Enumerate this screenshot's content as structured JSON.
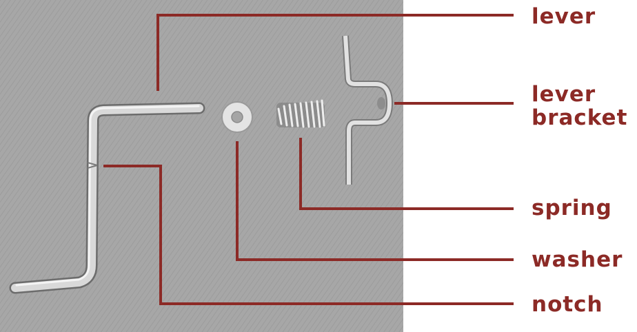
{
  "labels": {
    "lever": "lever",
    "lever_bracket_line1": "lever",
    "lever_bracket_line2": "bracket",
    "spring": "spring",
    "washer": "washer",
    "notch": "notch"
  },
  "colors": {
    "leader": "#8c2a26",
    "label": "#8c2a26",
    "photo_background": "#a9a9a9"
  }
}
